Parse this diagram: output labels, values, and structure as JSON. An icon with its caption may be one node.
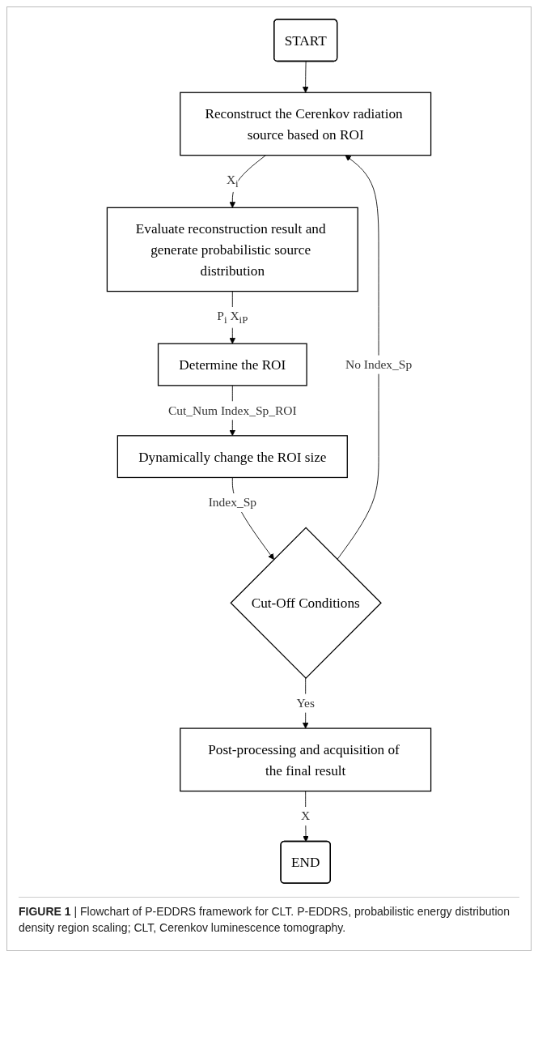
{
  "diagram": {
    "caption": "**FIGURE 1** | Flowchart of P-EDDRS framework for CLT. P-EDDRS, probabilistic energy distribution density region scaling; CLT, Cerenkov luminescence tomography.",
    "nodes": [
      {
        "text": [
          "START"
        ]
      },
      {
        "text": [
          "Reconstruct the Cerenkov radiation source based on ROI"
        ]
      },
      {
        "text": [
          "Evaluate reconstruction result and generate probabilistic source distribution"
        ]
      },
      {
        "text": [
          "Determine the ROI"
        ]
      },
      {
        "text": [
          "Dynamically change the ROI size"
        ]
      },
      {
        "text": [
          "Cut-Off Conditions"
        ]
      },
      {
        "text": [
          "Post-processing and acquisition of the final result"
        ]
      },
      {
        "text": [
          "END"
        ]
      }
    ],
    "edges": [
      {
        "from": 0,
        "to": 1,
        "arrow": "to"
      },
      {
        "from": 1,
        "to": 2,
        "arrow": "to",
        "label": "X$_{i}$"
      },
      {
        "from": 2,
        "to": 3,
        "arrow": "to",
        "label": "P$_{i}$ X$_{iP}$"
      },
      {
        "from": 3,
        "to": 4,
        "arrow": "to",
        "label": "Cut_Num Index_Sp_ROI"
      },
      {
        "from": 4,
        "to": 5,
        "arrow": "to",
        "label": "Index_Sp"
      },
      {
        "from": 5,
        "to": 1,
        "arrow": "to",
        "label": "No Index_Sp"
      },
      {
        "from": 5,
        "to": 6,
        "arrow": "to",
        "label": "Yes"
      },
      {
        "from": 6,
        "to": 7,
        "arrow": "to",
        "label": "X"
      }
    ]
  }
}
